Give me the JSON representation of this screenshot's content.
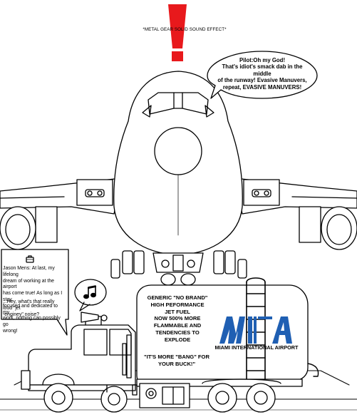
{
  "colors": {
    "ink": "#000000",
    "alert": "#e8191c",
    "logo_blue": "#1f5fb3",
    "paper": "#ffffff"
  },
  "icons": [
    "exclamation-icon",
    "music-note-icon",
    "toolbox-icon"
  ],
  "sound_effect": "*METAL GEAR SOLID SOUND EFFECT*",
  "pilot_bubble": "Pilot:Oh my God!\nThat's idiot's smack dab in the middle\nof the runway! Evasive Manuvers,\nrepeat, EVASIVE MANUVERS!",
  "jason_bubble": {
    "line1": "Jason Mens: At last, my lifelong\ndream of working at the airport\nhas come true! As long as I stay\nfocused and dedicated to my\nwork, nothing can possibly go\nwrong!",
    "line2": "...Hey, what's that really loud \"jet\n-enginey\" noise?"
  },
  "tanker": {
    "ad_main": "GENERIC \"NO BRAND\"\nHIGH PEFORMANCE\nJET FUEL\nNOW 500% MORE\nFLAMMABLE AND\nTENDENCIES TO\nEXPLODE",
    "ad_tagline": "\"IT'S MORE \"BANG\" FOR\nYOUR BUCK!\"",
    "company": "MIAMI INTERNATIONAL AIRPORT"
  }
}
